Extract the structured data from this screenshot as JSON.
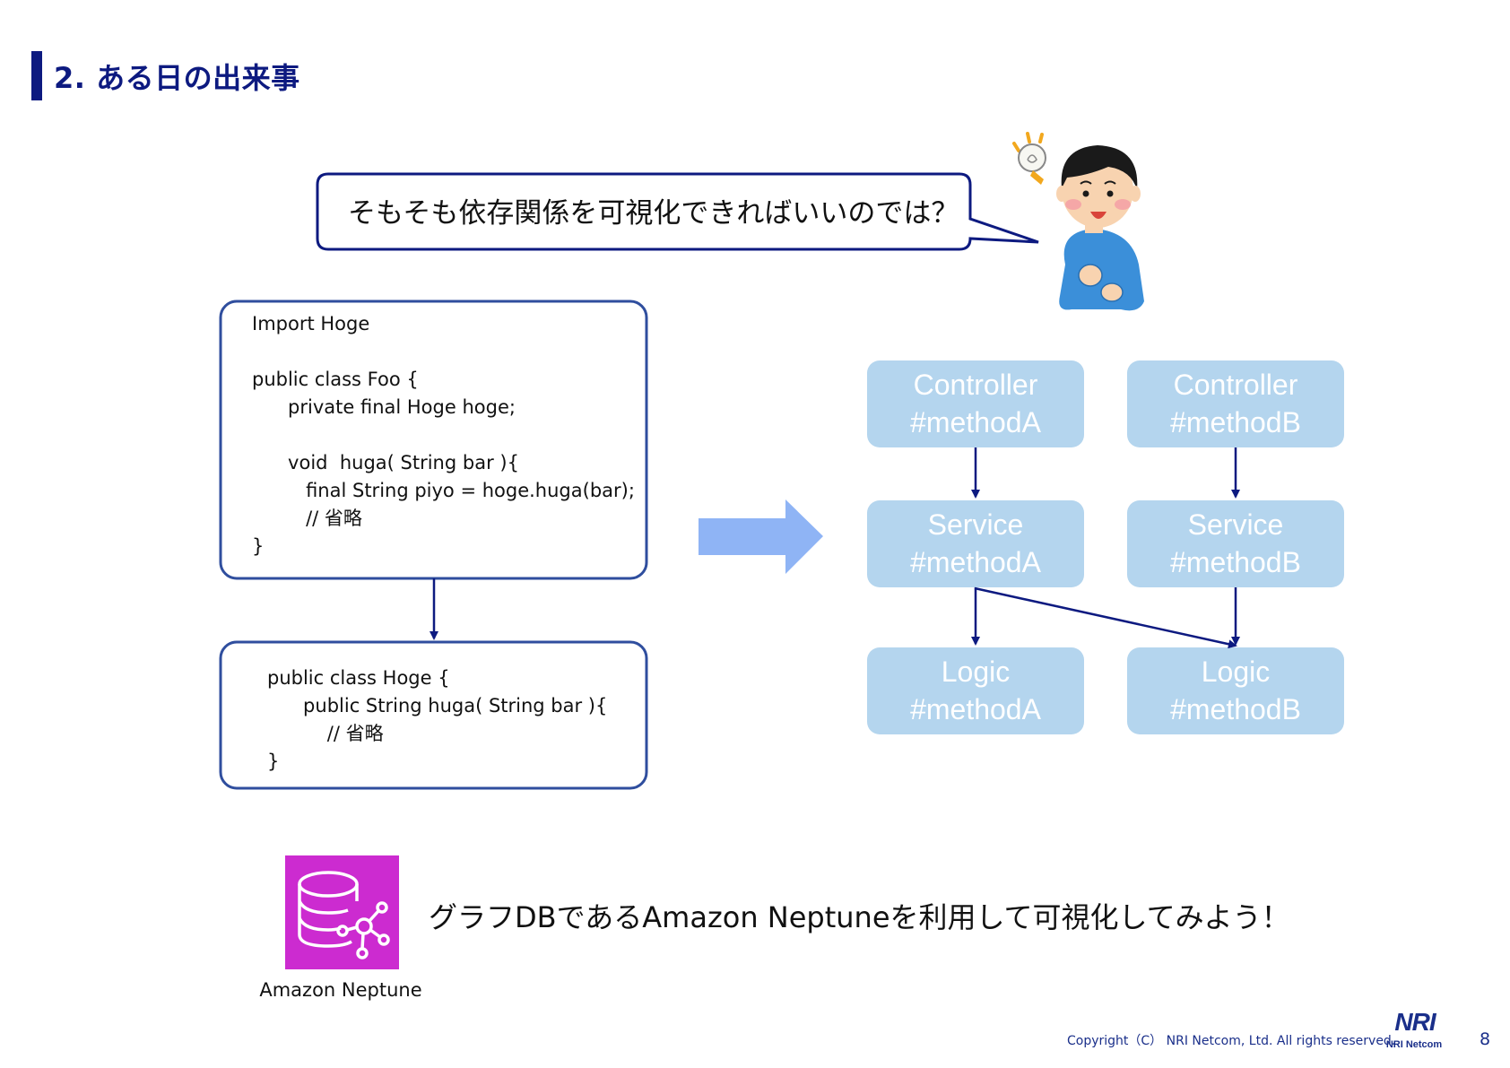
{
  "slide": {
    "title": "2. ある日の出来事",
    "bubble_text": "そもそも依存関係を可視化できればいいのでは？",
    "code_foo": "Import Hoge\n\npublic class Foo {\n      private final Hoge hoge;\n\n      void  huga( String bar ){\n         final String piyo = hoge.huga(bar);\n         // 省略\n}",
    "code_hoge": "public class Hoge {\n      public String huga( String bar ){\n          // 省略\n}",
    "bottom_text": "グラフDBであるAmazon Neptuneを利用して可視化してみよう！",
    "neptune_caption": "Amazon Neptune",
    "copyright": "Copyright（C） NRI Netcom, Ltd. All rights reserved.",
    "logo_main": "NRI",
    "logo_sub": "NRI Netcom",
    "page_number": "8"
  },
  "nodes": [
    {
      "id": "ctrl-a",
      "line1": "Controller",
      "line2": "#methodA"
    },
    {
      "id": "ctrl-b",
      "line1": "Controller",
      "line2": "#methodB"
    },
    {
      "id": "svc-a",
      "line1": "Service",
      "line2": "#methodA"
    },
    {
      "id": "svc-b",
      "line1": "Service",
      "line2": "#methodB"
    },
    {
      "id": "logic-a",
      "line1": "Logic",
      "line2": "#methodA"
    },
    {
      "id": "logic-b",
      "line1": "Logic",
      "line2": "#methodB"
    }
  ],
  "edges": [
    {
      "from": "ctrl-a",
      "to": "svc-a"
    },
    {
      "from": "ctrl-b",
      "to": "svc-b"
    },
    {
      "from": "svc-a",
      "to": "logic-a"
    },
    {
      "from": "svc-a",
      "to": "logic-b"
    },
    {
      "from": "svc-b",
      "to": "logic-b"
    }
  ],
  "colors": {
    "accent": "#0d1a80",
    "node_fill": "#b4d5ee",
    "big_arrow": "#8fb4f5",
    "neptune_bg": "#cc2bd0",
    "text": "#111111"
  },
  "icons": {
    "person": "person-lightbulb-icon",
    "database": "neptune-database-icon",
    "arrow": "right-arrow-icon"
  }
}
